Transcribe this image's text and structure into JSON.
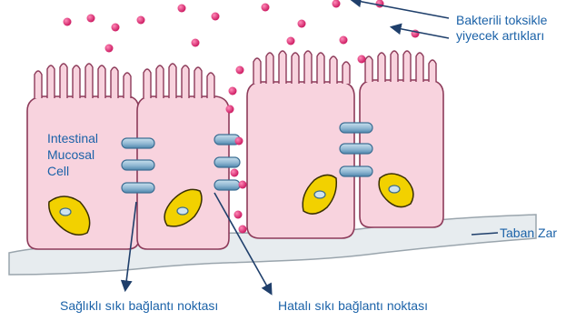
{
  "labels": {
    "bacteria_line1": "Bakterili toksikle",
    "bacteria_line2": "yiyecek artıkları",
    "cell_line1": "Intestinal",
    "cell_line2": "Mucosal",
    "cell_line3": "Cell",
    "basement": "Taban Zar",
    "healthy_junction": "Sağlıklı sıkı bağlantı noktası",
    "faulty_junction": "Hatalı sıkı bağlantı noktası"
  },
  "colors": {
    "label_text": "#1b62a8",
    "cell_fill": "#f8d3de",
    "cell_outline": "#8d3b5a",
    "nucleus_fill": "#f2d100",
    "membrane_fill": "#e7ecef",
    "junction_fill": "#8fb7d2",
    "particle": "#d81c68",
    "arrow": "#1f3f6b"
  }
}
